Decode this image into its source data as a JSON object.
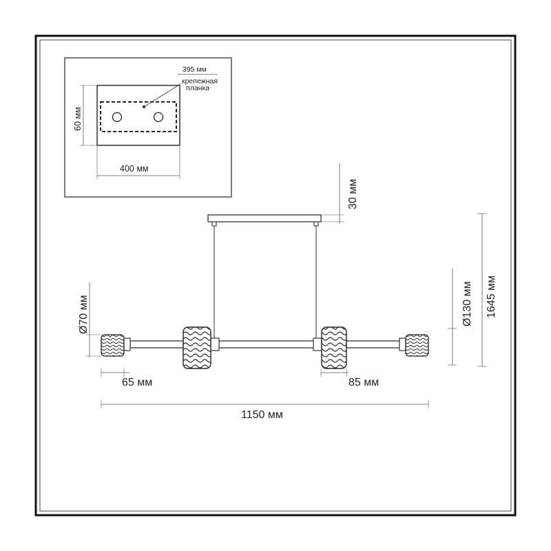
{
  "inset": {
    "plate_length_label": "395 мм",
    "plate_note_line1": "крепежная",
    "plate_note_line2": "планка",
    "height_label": "60 мм",
    "width_label": "400 мм"
  },
  "dimensions": {
    "canopy_height": "30 мм",
    "end_shade_diameter": "Ø70 мм",
    "mid_shade_diameter": "Ø130 мм",
    "total_height": "1645 мм",
    "left_offset": "65 мм",
    "right_offset": "85 мм",
    "total_length": "1150 мм"
  },
  "colors": {
    "line": "#222222",
    "frame": "#111111",
    "dim_line": "#555555"
  }
}
